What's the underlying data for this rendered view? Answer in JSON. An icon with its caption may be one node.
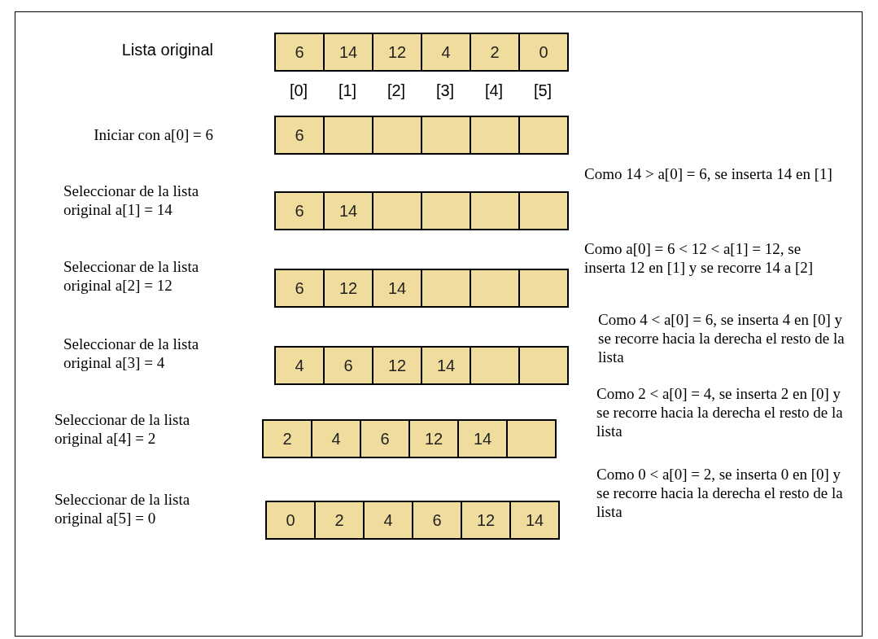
{
  "diagram": {
    "nodes": [
      {
        "text": [
          "6"
        ]
      },
      {
        "text": [
          "14"
        ]
      },
      {
        "text": [
          "12"
        ]
      },
      {
        "text": [
          "4"
        ]
      },
      {
        "text": [
          "2"
        ]
      },
      {
        "text": [
          "0"
        ]
      },
      {
        "text": [
          "6"
        ]
      },
      {
        "text": [],
        "shape": "box"
      },
      {
        "text": [],
        "shape": "box"
      },
      {
        "text": [],
        "shape": "box"
      },
      {
        "text": [],
        "shape": "box"
      },
      {
        "text": [],
        "shape": "box"
      },
      {
        "text": [
          "6"
        ]
      },
      {
        "text": [
          "14"
        ]
      },
      {
        "text": [],
        "shape": "box"
      },
      {
        "text": [],
        "shape": "box"
      },
      {
        "text": [],
        "shape": "box"
      },
      {
        "text": [],
        "shape": "box"
      },
      {
        "text": [
          "6"
        ]
      },
      {
        "text": [
          "12"
        ]
      },
      {
        "text": [
          "14"
        ]
      },
      {
        "text": [],
        "shape": "box"
      },
      {
        "text": [],
        "shape": "box"
      },
      {
        "text": [],
        "shape": "box"
      },
      {
        "text": [
          "4"
        ]
      },
      {
        "text": [
          "6"
        ]
      },
      {
        "text": [
          "12"
        ]
      },
      {
        "text": [
          "14"
        ]
      },
      {
        "text": [],
        "shape": "box"
      },
      {
        "text": [],
        "shape": "box"
      },
      {
        "text": [
          "2"
        ]
      },
      {
        "text": [
          "4"
        ]
      },
      {
        "text": [
          "6"
        ]
      },
      {
        "text": [
          "12"
        ]
      },
      {
        "text": [
          "14"
        ]
      },
      {
        "text": [],
        "shape": "box"
      },
      {
        "text": [
          "0"
        ]
      },
      {
        "text": [
          "2"
        ]
      },
      {
        "text": [
          "4"
        ]
      },
      {
        "text": [
          "6"
        ]
      },
      {
        "text": [
          "12"
        ]
      },
      {
        "text": [
          "14"
        ]
      }
    ],
    "edges": [],
    "labels": [
      "Lista original",
      "[0]",
      "[1]",
      "[2]",
      "[3]",
      "[4]",
      "[5]",
      "Iniciar con a[0] = 6",
      "Como 14 > a[0] = 6, se inserta 14 en [1]",
      "Seleccionar de la lista original a[1] = 14",
      "Como a[0] = 6 < 12 < a[1] = 12, se inserta 12 en [1] y se recorre 14 a [2]",
      "Seleccionar de la lista original a[2] = 12",
      "Como 4 < a[0] = 6, se inserta 4 en [0] y se recorre hacia la derecha el resto de la lista",
      "Seleccionar de la lista original a[3] = 4",
      "Como 2 < a[0] = 4, se inserta 2 en [0] y se recorre hacia la derecha el resto de la lista",
      "Seleccionar de la lista original a[4] = 2",
      "Como 0 < a[0] = 2, se inserta 0 en [0] y se recorre hacia la derecha el resto de la lista",
      "Seleccionar de la lista original a[5] = 0"
    ]
  }
}
